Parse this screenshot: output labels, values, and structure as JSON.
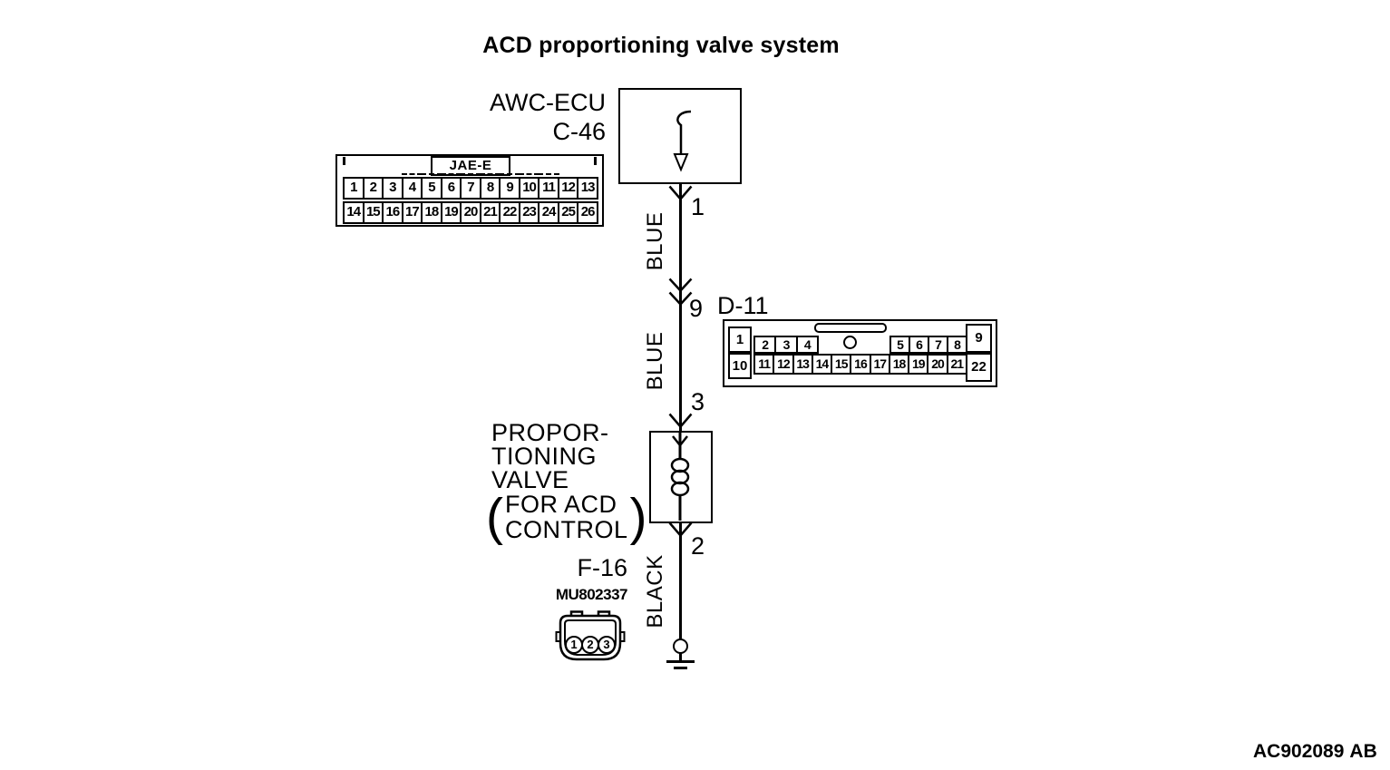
{
  "title": "ACD proportioning valve system",
  "ecu": {
    "name": "AWC-ECU",
    "connector_id": "C-46"
  },
  "connector_c46": {
    "joint_label": "JAE-E",
    "row1": [
      "1",
      "2",
      "3",
      "4",
      "5",
      "6",
      "7",
      "8",
      "9",
      "10",
      "11",
      "12",
      "13"
    ],
    "row2": [
      "14",
      "15",
      "16",
      "17",
      "18",
      "19",
      "20",
      "21",
      "22",
      "23",
      "24",
      "25",
      "26"
    ],
    "row1_dashed_range": [
      3,
      10
    ],
    "row2_dashed_range": [
      3,
      10
    ]
  },
  "connector_d11": {
    "id": "D-11",
    "corner_tl": "1",
    "corner_tr": "9",
    "corner_bl": "10",
    "corner_br": "22",
    "row1_left": [
      "2",
      "3",
      "4"
    ],
    "row1_right": [
      "5",
      "6",
      "7",
      "8"
    ],
    "row2": [
      "11",
      "12",
      "13",
      "14",
      "15",
      "16",
      "17",
      "18",
      "19",
      "20",
      "21"
    ]
  },
  "wire": {
    "pin_c46": "1",
    "color_top": "BLUE",
    "pin_d11": "9",
    "color_mid": "BLUE",
    "pin_valve_top": "3",
    "pin_valve_bottom": "2",
    "color_bottom": "BLACK"
  },
  "valve": {
    "name_lines": [
      "PROPOR-",
      "TIONING",
      "VALVE"
    ],
    "paren_open": "(",
    "paren_lines": [
      "FOR ACD",
      "CONTROL"
    ],
    "paren_close": ")",
    "connector_id": "F-16",
    "part_no": "MU802337",
    "pins": [
      "1",
      "2",
      "3"
    ]
  },
  "footer": {
    "code": "AC902089",
    "suffix": "AB"
  },
  "icons": {
    "ecu_internal_arrow": "down-arrow-with-hook",
    "terminal": "chevron-down",
    "inline_connector": "double-chevron-down",
    "solenoid": "coil",
    "ground": "ground-symbol"
  }
}
